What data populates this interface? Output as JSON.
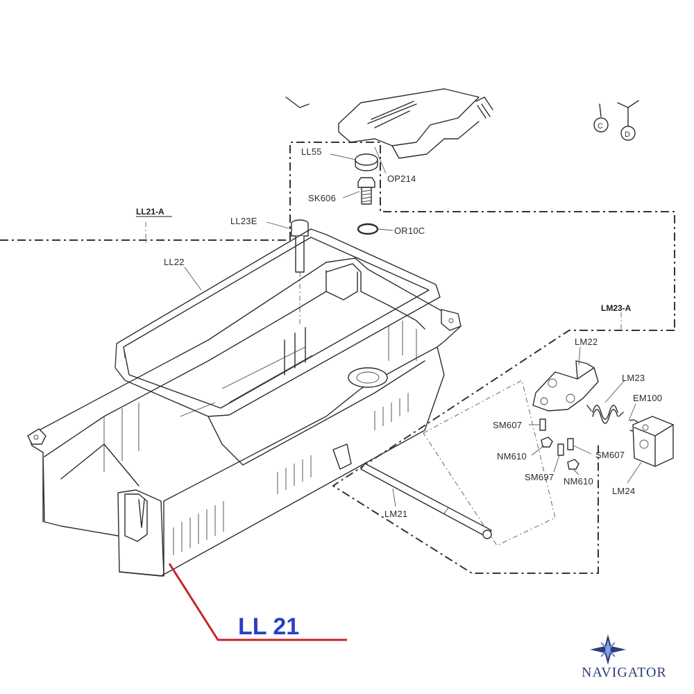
{
  "section_labels": {
    "ll21a": "LL21-A",
    "lm23a": "LM23-A"
  },
  "parts": {
    "ll55": "LL55",
    "op214": "OP214",
    "sk606": "SK606",
    "or10c": "OR10C",
    "ll23e": "LL23E",
    "ll22": "LL22",
    "lm22": "LM22",
    "lm23": "LM23",
    "em100": "EM100",
    "sm607_left": "SM607",
    "nm610_left": "NM610",
    "sm607_right": "SM607",
    "sm697": "SM697",
    "nm610_right": "NM610",
    "lm24": "LM24",
    "lm21": "LM21"
  },
  "callout": {
    "text": "LL 21",
    "color": "#2a3fc8",
    "line_color": "#c8242c"
  },
  "logo": {
    "text": "NAVIGATOR",
    "icon": "compass-star-icon"
  }
}
